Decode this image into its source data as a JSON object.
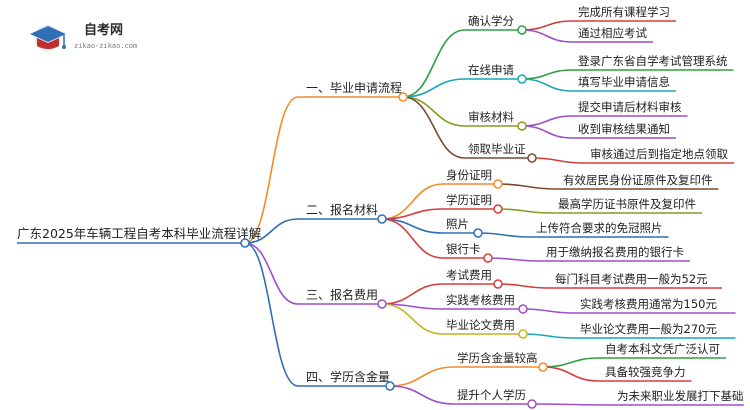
{
  "logo": {
    "title": "自考网",
    "site": "zikao-zikao.com"
  },
  "root": "广东2025年车辆工程自考本科毕业流程详解",
  "branches": [
    {
      "label": "一、毕业申请流程",
      "color": "#f28c28",
      "children": [
        {
          "label": "确认学分",
          "color": "#2ea043",
          "children": [
            {
              "label": "完成所有课程学习",
              "color": "#d63c3c"
            },
            {
              "label": "通过相应考试",
              "color": "#9b4fc9"
            }
          ]
        },
        {
          "label": "在线申请",
          "color": "#19a7b8",
          "children": [
            {
              "label": "登录广东省自学考试管理系统",
              "color": "#2ea043"
            },
            {
              "label": "填写毕业申请信息",
              "color": "#19a7b8"
            }
          ]
        },
        {
          "label": "审核材料",
          "color": "#8a9a1e",
          "children": [
            {
              "label": "提交申请后材料审核",
              "color": "#9b4fc9"
            },
            {
              "label": "收到审核结果通知",
              "color": "#9b4fc9"
            }
          ]
        },
        {
          "label": "领取毕业证",
          "color": "#7a4a2e",
          "children": [
            {
              "label": "审核通过后到指定地点领取",
              "color": "#d63c3c"
            }
          ]
        }
      ]
    },
    {
      "label": "二、报名材料",
      "color": "#2f6fb5",
      "children": [
        {
          "label": "身份证明",
          "color": "#f28c28",
          "children": [
            {
              "label": "有效居民身份证原件及复印件",
              "color": "#7a4a2e"
            }
          ]
        },
        {
          "label": "学历证明",
          "color": "#d63c3c",
          "children": [
            {
              "label": "最高学历证书原件及复印件",
              "color": "#8a9a1e"
            }
          ]
        },
        {
          "label": "照片",
          "color": "#2f6fb5",
          "children": [
            {
              "label": "上传符合要求的免冠照片",
              "color": "#2f6fb5"
            }
          ]
        },
        {
          "label": "银行卡",
          "color": "#d63c3c",
          "children": [
            {
              "label": "用于缴纳报名费用的银行卡",
              "color": "#9b4fc9"
            }
          ]
        }
      ]
    },
    {
      "label": "三、报名费用",
      "color": "#9b4fc9",
      "children": [
        {
          "label": "考试费用",
          "color": "#d63c3c",
          "children": [
            {
              "label": "每门科目考试费用一般为52元",
              "color": "#d63c3c"
            }
          ]
        },
        {
          "label": "实践考核费用",
          "color": "#9b4fc9",
          "children": [
            {
              "label": "实践考核费用通常为150元",
              "color": "#9b4fc9"
            }
          ]
        },
        {
          "label": "毕业论文费用",
          "color": "#c9b21e",
          "children": [
            {
              "label": "毕业论文费用一般为270元",
              "color": "#19a7b8"
            }
          ]
        }
      ]
    },
    {
      "label": "四、学历含金量",
      "color": "#2f6fb5",
      "children": [
        {
          "label": "学历含金量较高",
          "color": "#f28c28",
          "children": [
            {
              "label": "自考本科文凭广泛认可",
              "color": "#2ea043"
            },
            {
              "label": "具备较强竞争力",
              "color": "#d63c3c"
            }
          ]
        },
        {
          "label": "提升个人学历",
          "color": "#9b4fc9",
          "children": [
            {
              "label": "为未来职业发展打下基础",
              "color": "#9b4fc9"
            }
          ]
        }
      ]
    }
  ]
}
